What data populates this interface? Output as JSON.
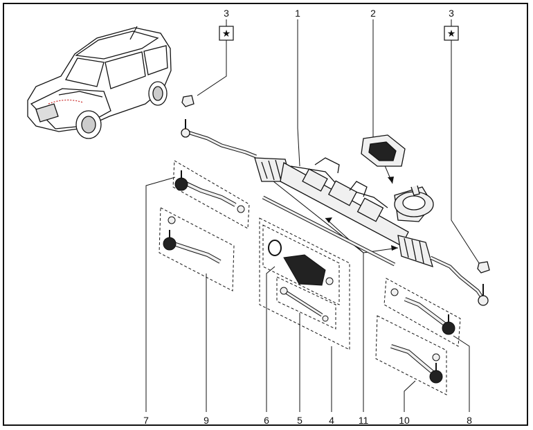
{
  "callouts": {
    "c1": "1",
    "c2": "2",
    "c3_left": "3",
    "c3_right": "3",
    "c4": "4",
    "c5": "5",
    "c6": "6",
    "c7": "7",
    "c8": "8",
    "c9": "9",
    "c10": "10",
    "c11": "11"
  },
  "symbols": {
    "star": "★"
  },
  "colors": {
    "line": "#111111",
    "part_fill": "#f0f0f0",
    "part_dark": "#222222"
  }
}
